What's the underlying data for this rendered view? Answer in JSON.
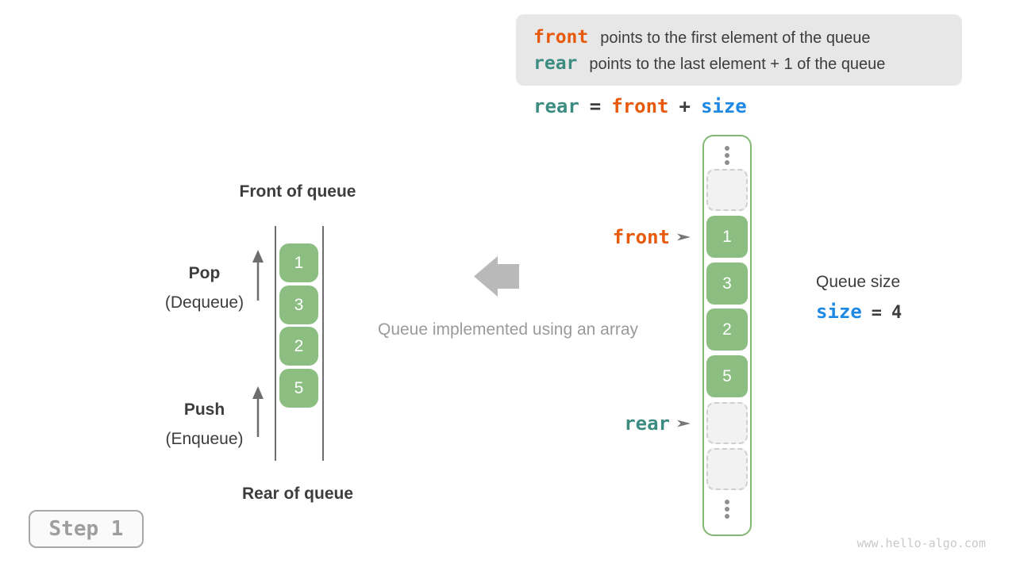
{
  "info_box": {
    "line1_code": "front",
    "line1_text": "points to the first element of the queue",
    "line2_code": "rear",
    "line2_text": "points to the last element + 1 of the queue"
  },
  "formula": {
    "lhs": "rear",
    "equals": "=",
    "term1": "front",
    "plus": "+",
    "term2": "size"
  },
  "left_queue": {
    "front_label": "Front of queue",
    "rear_label": "Rear of queue",
    "pop_label": "Pop",
    "pop_sub": "(Dequeue)",
    "push_label": "Push",
    "push_sub": "(Enqueue)",
    "values": [
      "1",
      "3",
      "2",
      "5"
    ]
  },
  "middle": {
    "caption": "Queue implemented using an array"
  },
  "array_column": {
    "front_pointer": "front",
    "rear_pointer": "rear",
    "values": [
      "1",
      "3",
      "2",
      "5"
    ]
  },
  "size_panel": {
    "title": "Queue size",
    "code": "size",
    "equals": "=",
    "value": "4"
  },
  "step_badge": "Step 1",
  "watermark": "www.hello-algo.com",
  "colors": {
    "orange": "#e8590c",
    "teal": "#3c8c82",
    "blue": "#1e88e5",
    "green_cell": "#8cbe82",
    "green_border": "#82b873",
    "info_box_bg": "#e7e7e7",
    "dark_text": "#3d3d3d",
    "muted_text": "#9a9a9a",
    "block_arrow": "#b9b9b9"
  }
}
